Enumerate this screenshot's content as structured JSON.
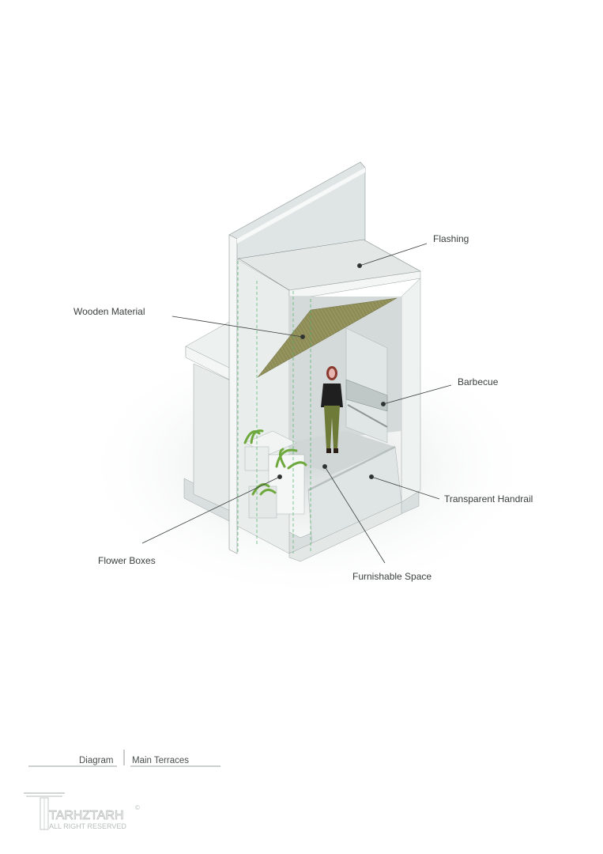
{
  "diagram": {
    "labels": {
      "flashing": "Flashing",
      "wooden_material": "Wooden Material",
      "barbecue": "Barbecue",
      "transparent_handrail": "Transparent Handrail",
      "flower_boxes": "Flower Boxes",
      "furnishable_space": "Furnishable Space"
    },
    "colors": {
      "wall": "#e4e9e8",
      "wall_shadow": "#c9d0cf",
      "wood": "#8a8a55",
      "plant": "#7fb347",
      "guide_line": "#4caf6a"
    }
  },
  "footer": {
    "category": "Diagram",
    "title": "Main Terraces"
  },
  "logo": {
    "name": "TARHZTARH",
    "tagline": "ALL RIGHT RESERVED",
    "mark": "©"
  }
}
